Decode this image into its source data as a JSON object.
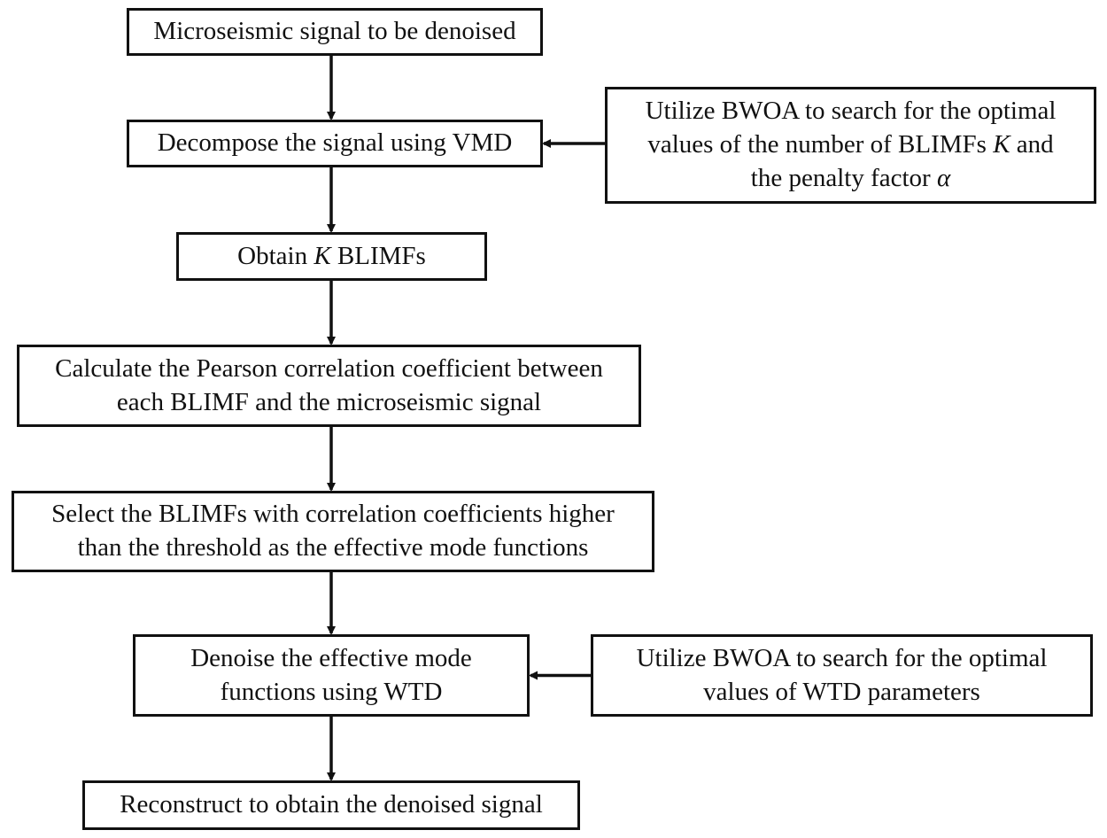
{
  "flowchart": {
    "main_steps": [
      {
        "id": "step-input",
        "lines": [
          [
            "Microseismic signal to be denoised"
          ]
        ]
      },
      {
        "id": "step-vmd",
        "lines": [
          [
            "Decompose the signal using VMD"
          ]
        ]
      },
      {
        "id": "step-blimfs",
        "lines": [
          [
            "Obtain ",
            {
              "var": "K"
            },
            " BLIMFs"
          ]
        ]
      },
      {
        "id": "step-pearson",
        "lines": [
          [
            "Calculate the Pearson correlation coefficient between"
          ],
          [
            "each BLIMF and the microseismic signal"
          ]
        ]
      },
      {
        "id": "step-select",
        "lines": [
          [
            "Select the BLIMFs with correlation coefficients higher"
          ],
          [
            "than the threshold as the effective mode functions"
          ]
        ]
      },
      {
        "id": "step-wtd",
        "lines": [
          [
            "Denoise the effective mode"
          ],
          [
            "functions using WTD"
          ]
        ]
      },
      {
        "id": "step-reconstruct",
        "lines": [
          [
            "Reconstruct to obtain the denoised signal"
          ]
        ]
      }
    ],
    "side_steps": [
      {
        "id": "side-bwoa-vmd",
        "target": "step-vmd",
        "lines": [
          [
            "Utilize BWOA to search for the optimal"
          ],
          [
            "values of the number of BLIMFs ",
            {
              "var": "K"
            },
            " and"
          ],
          [
            "the penalty factor ",
            {
              "var": "α"
            }
          ]
        ]
      },
      {
        "id": "side-bwoa-wtd",
        "target": "step-wtd",
        "lines": [
          [
            "Utilize BWOA to search for the optimal"
          ],
          [
            "values of WTD parameters"
          ]
        ]
      }
    ],
    "colors": {
      "stroke": "#111111",
      "fill": "#ffffff"
    }
  }
}
